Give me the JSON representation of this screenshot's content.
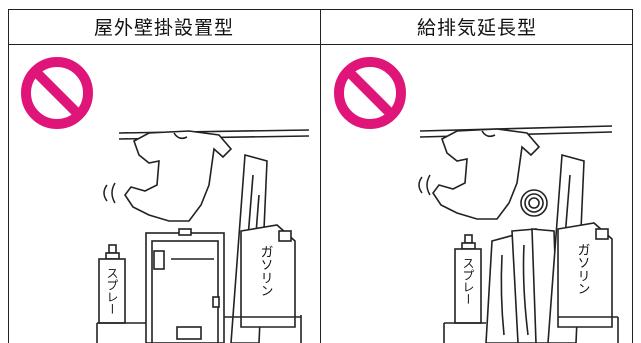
{
  "table": {
    "columns": [
      {
        "header": "屋外壁掛設置型"
      },
      {
        "header": "給排気延長型"
      }
    ]
  },
  "labels": {
    "spray": "スプレー",
    "gasoline": "ガソリン"
  },
  "colors": {
    "prohibition": "#e0157a",
    "line": "#222222"
  },
  "icons": [
    "prohibition-icon",
    "prohibition-icon"
  ]
}
